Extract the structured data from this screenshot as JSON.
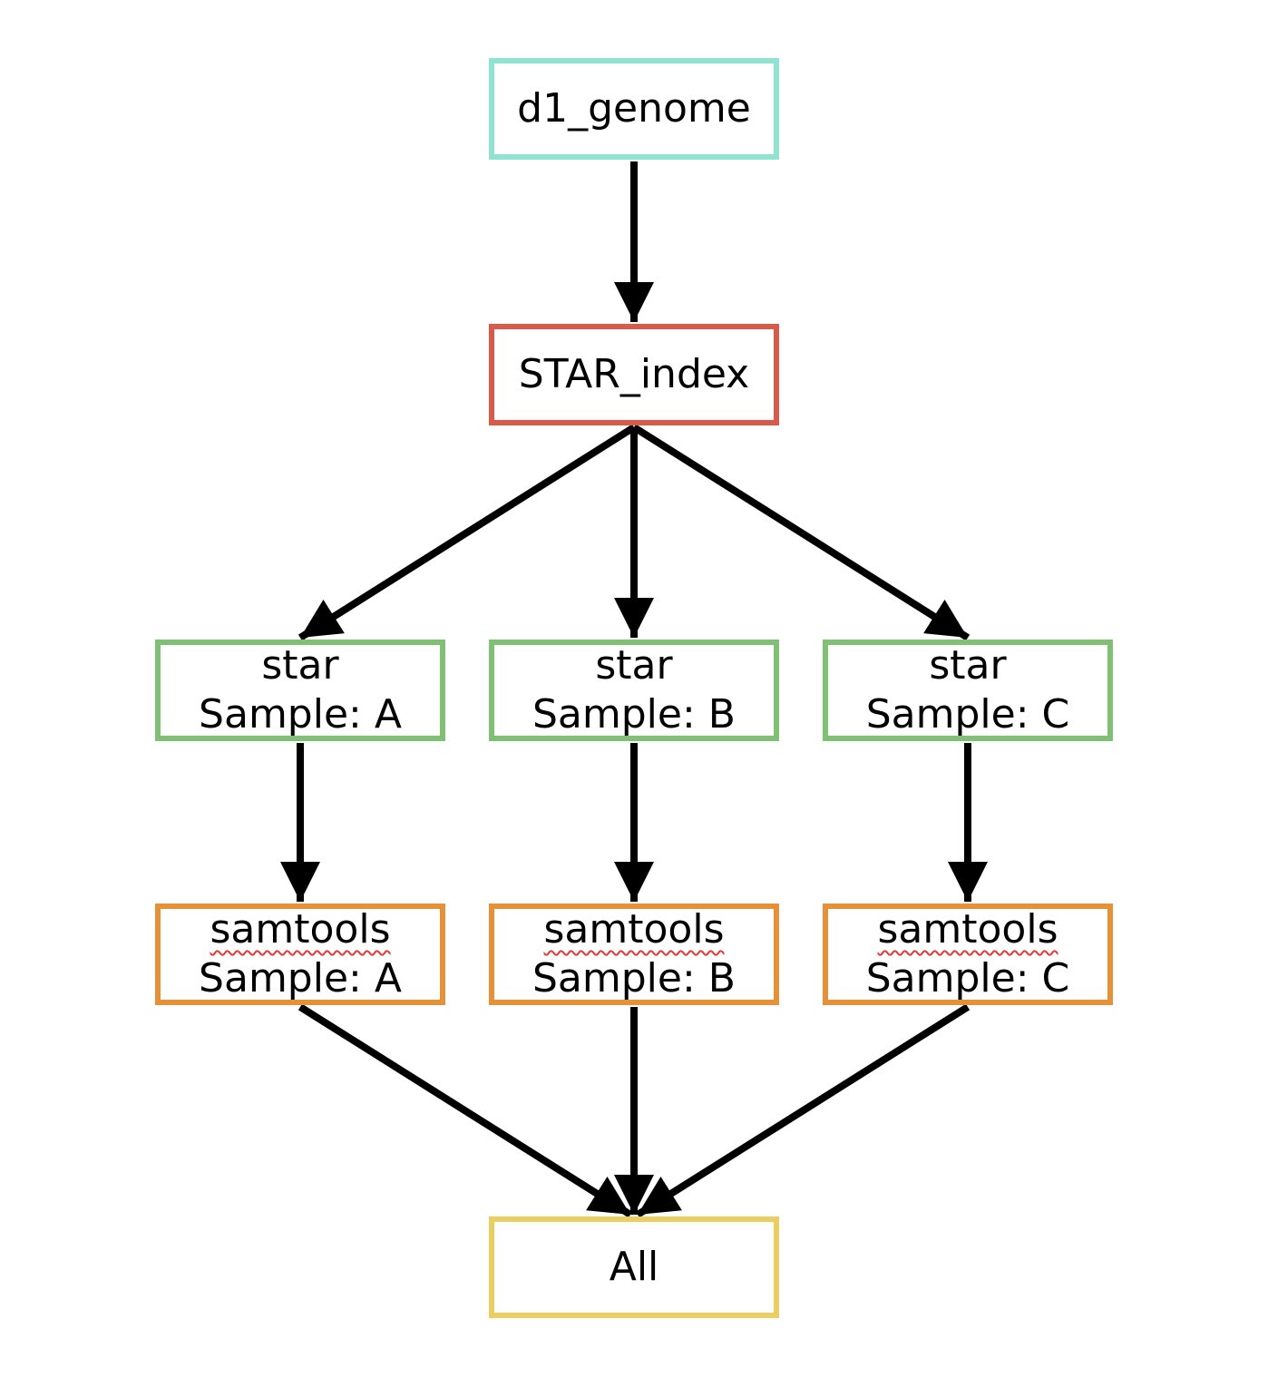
{
  "nodes": {
    "d1_genome": {
      "label": "d1_genome",
      "color": "#8fe3d1"
    },
    "star_index": {
      "label": "STAR_index",
      "color": "#d95a49"
    },
    "star_a": {
      "title": "star",
      "sample": "Sample: A",
      "color": "#7fc173"
    },
    "star_b": {
      "title": "star",
      "sample": "Sample: B",
      "color": "#7fc173"
    },
    "star_c": {
      "title": "star",
      "sample": "Sample: C",
      "color": "#7fc173"
    },
    "samtools_a": {
      "title": "samtools",
      "sample": "Sample: A",
      "color": "#e69137"
    },
    "samtools_b": {
      "title": "samtools",
      "sample": "Sample: B",
      "color": "#e69137"
    },
    "samtools_c": {
      "title": "samtools",
      "sample": "Sample: C",
      "color": "#e69137"
    },
    "all": {
      "label": "All",
      "color": "#eccd5f"
    }
  },
  "edges": [
    {
      "from": "d1_genome",
      "to": "star_index"
    },
    {
      "from": "star_index",
      "to": "star_a"
    },
    {
      "from": "star_index",
      "to": "star_b"
    },
    {
      "from": "star_index",
      "to": "star_c"
    },
    {
      "from": "star_a",
      "to": "samtools_a"
    },
    {
      "from": "star_b",
      "to": "samtools_b"
    },
    {
      "from": "star_c",
      "to": "samtools_c"
    },
    {
      "from": "samtools_a",
      "to": "all"
    },
    {
      "from": "samtools_b",
      "to": "all"
    },
    {
      "from": "samtools_c",
      "to": "all"
    }
  ]
}
